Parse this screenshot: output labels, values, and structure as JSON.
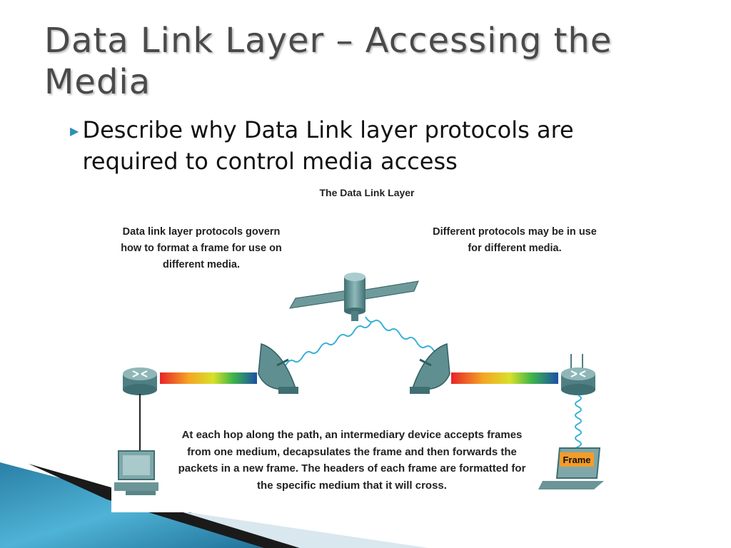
{
  "slide": {
    "title": "Data Link Layer – Accessing the Media",
    "bullet": "Describe why Data Link layer protocols are required to control media access"
  },
  "figure": {
    "title": "The Data Link Layer",
    "callout_left": "Data link layer protocols govern how to format a frame for use on different media.",
    "callout_right": "Different protocols may be in use for different media.",
    "callout_bottom": "At each hop along the path, an intermediary device accepts frames from one medium, decapsulates the frame and then forwards the packets in a new frame. The headers of each frame are formatted for the specific medium that it will cross.",
    "frame_label": "Frame",
    "icons": [
      "router-icon",
      "satellite-icon",
      "satellite-dish-icon",
      "desktop-computer-icon",
      "laptop-icon",
      "wireless-signal-icon"
    ]
  },
  "colors": {
    "title": "#4a4a4a",
    "bullet_marker": "#2f8fb8",
    "device_teal": "#5f8f91",
    "frame_orange": "#f39c2a",
    "signal_blue": "#3ab0d8"
  }
}
